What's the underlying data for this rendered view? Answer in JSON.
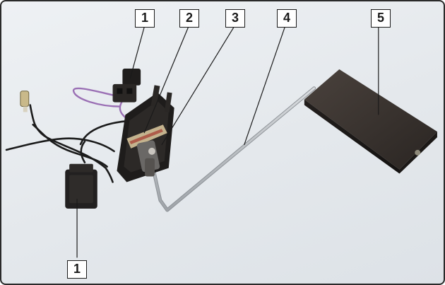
{
  "callouts": [
    "1",
    "2",
    "3",
    "4",
    "5",
    "1"
  ],
  "colors": {
    "background": "#e7ebef",
    "leader_line": "#1a1a1a",
    "float_block": "#2e2926",
    "rod": "#bfc3c7",
    "wire_black": "#1b1b1b",
    "wire_purple": "#9a6fb4"
  }
}
